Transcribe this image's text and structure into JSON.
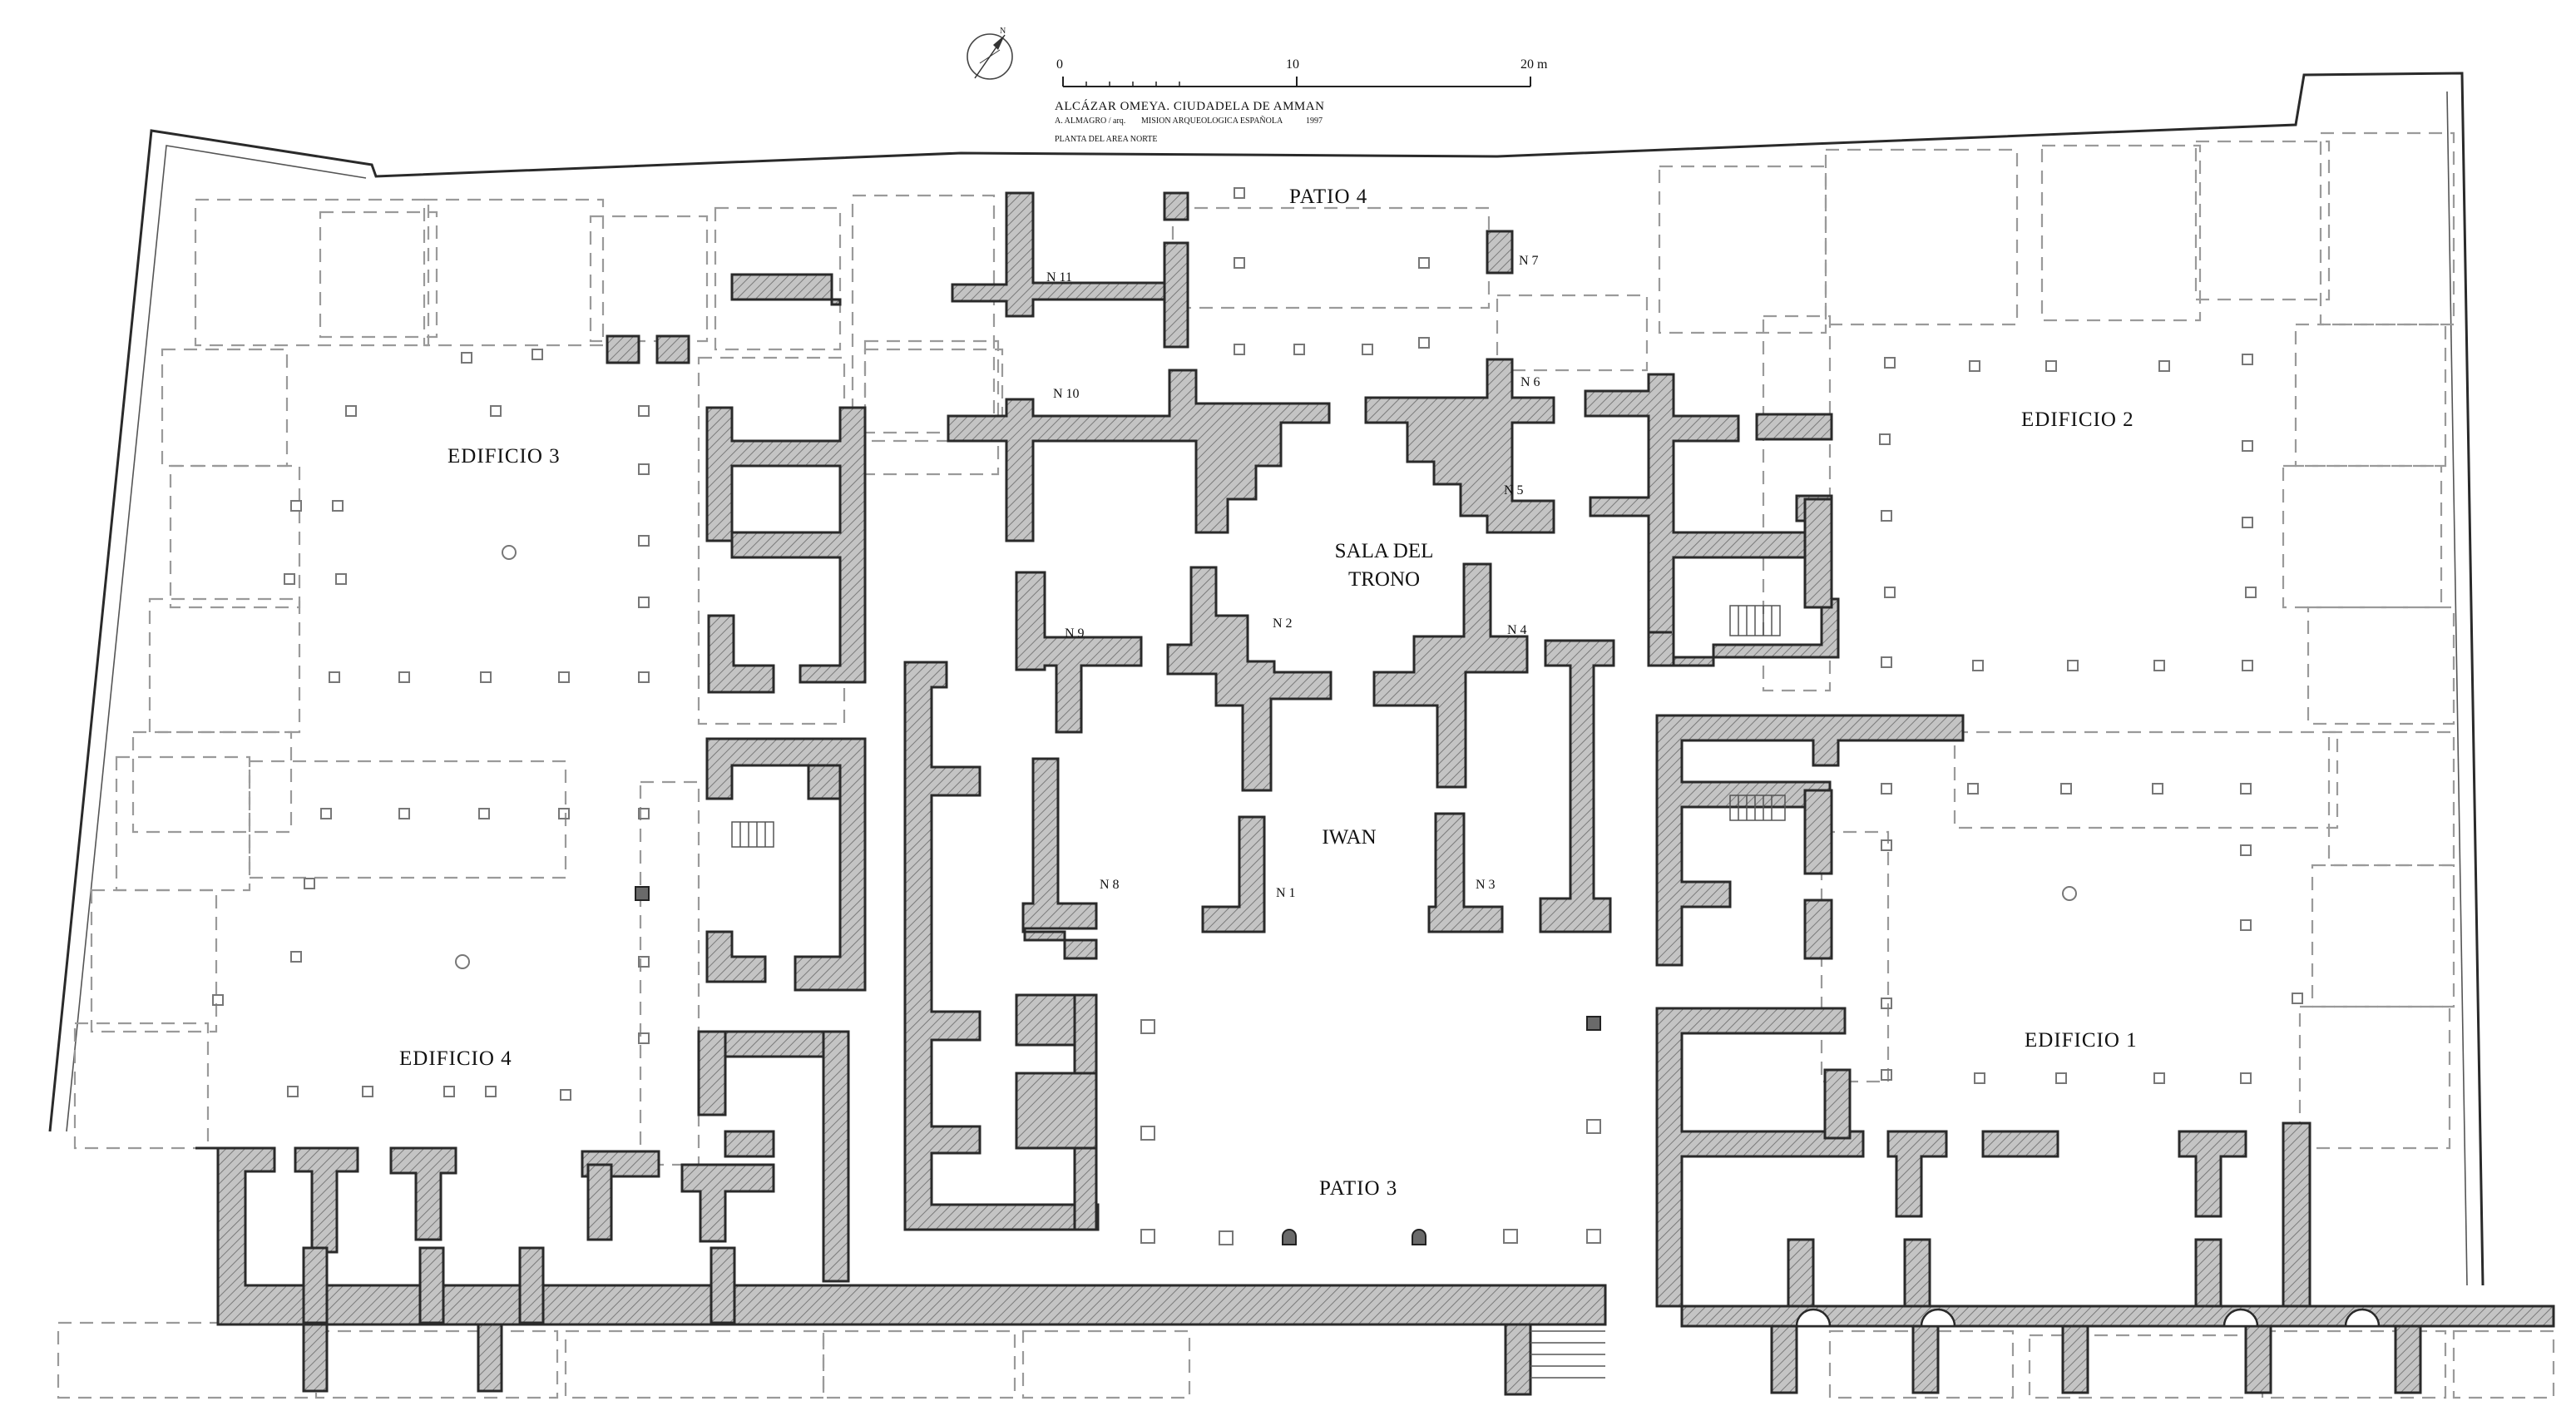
{
  "title_block": {
    "title": "ALCÁZAR OMEYA. CIUDADELA DE AMMAN",
    "credit_author": "A. ALMAGRO / arq.",
    "credit_mission": "MISION ARQUEOLOGICA ESPAÑOLA",
    "credit_year": "1997",
    "subtitle": "PLANTA DEL AREA NORTE"
  },
  "scale_bar": {
    "label_0": "0",
    "label_10": "10",
    "label_20": "20 m"
  },
  "compass": {
    "icon": "north-arrow-icon",
    "label": "N"
  },
  "rooms": {
    "patio4": "PATIO 4",
    "edificio3": "EDIFICIO 3",
    "edificio2": "EDIFICIO 2",
    "edificio4": "EDIFICIO 4",
    "edificio1": "EDIFICIO 1",
    "sala_line1": "SALA DEL",
    "sala_line2": "TRONO",
    "iwan": "IWAN",
    "patio3": "PATIO 3"
  },
  "markers": {
    "n1": "N 1",
    "n2": "N 2",
    "n3": "N 3",
    "n4": "N 4",
    "n5": "N 5",
    "n6": "N 6",
    "n7": "N 7",
    "n8": "N 8",
    "n9": "N 9",
    "n10": "N 10",
    "n11": "N 11"
  },
  "colors": {
    "wall_fill": "#bdbdbd",
    "wall_line": "#2a2a2a",
    "ghost_line": "#9a9a9a"
  }
}
